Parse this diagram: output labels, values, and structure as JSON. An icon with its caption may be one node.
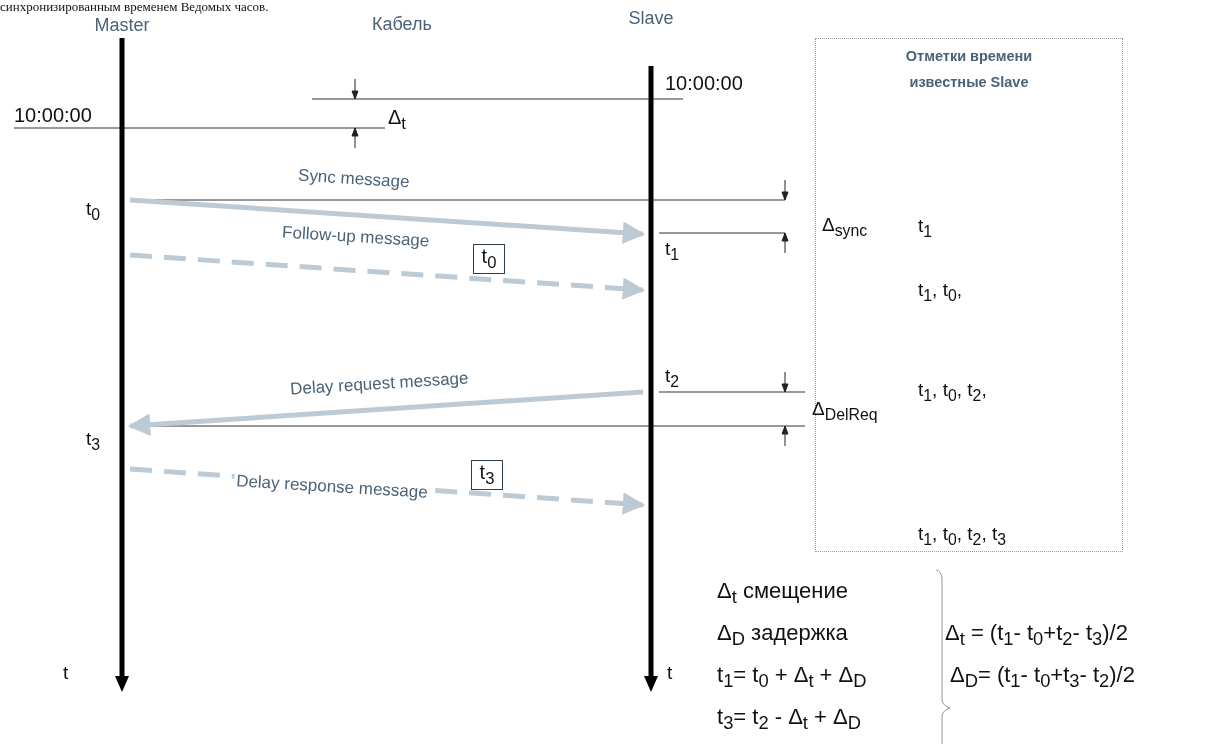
{
  "diagram": {
    "nodes": [
      {
        "text": [
          "Master"
        ]
      },
      {
        "text": [
          "Slave"
        ]
      },
      {
        "text": [
          "t$_{0}$"
        ]
      },
      {
        "text": [
          "t$_{3}$"
        ]
      },
      {
        "text": [
          "Отметки времени известные  Slave",
          "t$_{1}$",
          "t$_{1}$, t$_{0}$,",
          "t$_{1}$, t$_{0}$,  t$_{2}$,",
          "t$_{1}$, t$_{0}$,  t$_{2}$,  t$_{3}$"
        ]
      }
    ],
    "edges": [
      {
        "from": 0,
        "to": 1,
        "arrow": "to",
        "label": "Sync  message"
      },
      {
        "from": 0,
        "to": 1,
        "arrow": "to",
        "label": "Follow-up message",
        "style": "dashed"
      },
      {
        "from": 1,
        "to": 0,
        "arrow": "to",
        "label": "Delay request message"
      },
      {
        "from": 0,
        "to": 1,
        "arrow": "to",
        "label": "Delay response message",
        "style": "dashed"
      }
    ],
    "labels": [
      "синхронизированным временем Ведомых часов.",
      "Кабель",
      "10:00:00",
      "Δ$_{t}$",
      "10:00:00",
      "t$_{0}$",
      "Δ$_{sync}$",
      "t$_{1}$",
      "t$_{2}$",
      "Δ$_{DelReq}$",
      "t$_{3}$",
      "t",
      "t",
      "Δ$_{t}$ смещение",
      "Δ$_{D}$ задержка",
      "t$_{1}$= t$_{0}$ + Δ$_{t}$ + Δ$_{D}$",
      "t$_{3}$= t$_{2}$ - Δ$_{t}$ + Δ$_{D}$",
      "Δ$_{t}$ = (t$_{1}$- t$_{0}$+t$_{2}$- t$_{3}$)/2",
      "Δ$_{D}$= (t$_{1}$- t$_{0}$+t$_{3}$- t$_{2}$)/2"
    ]
  }
}
